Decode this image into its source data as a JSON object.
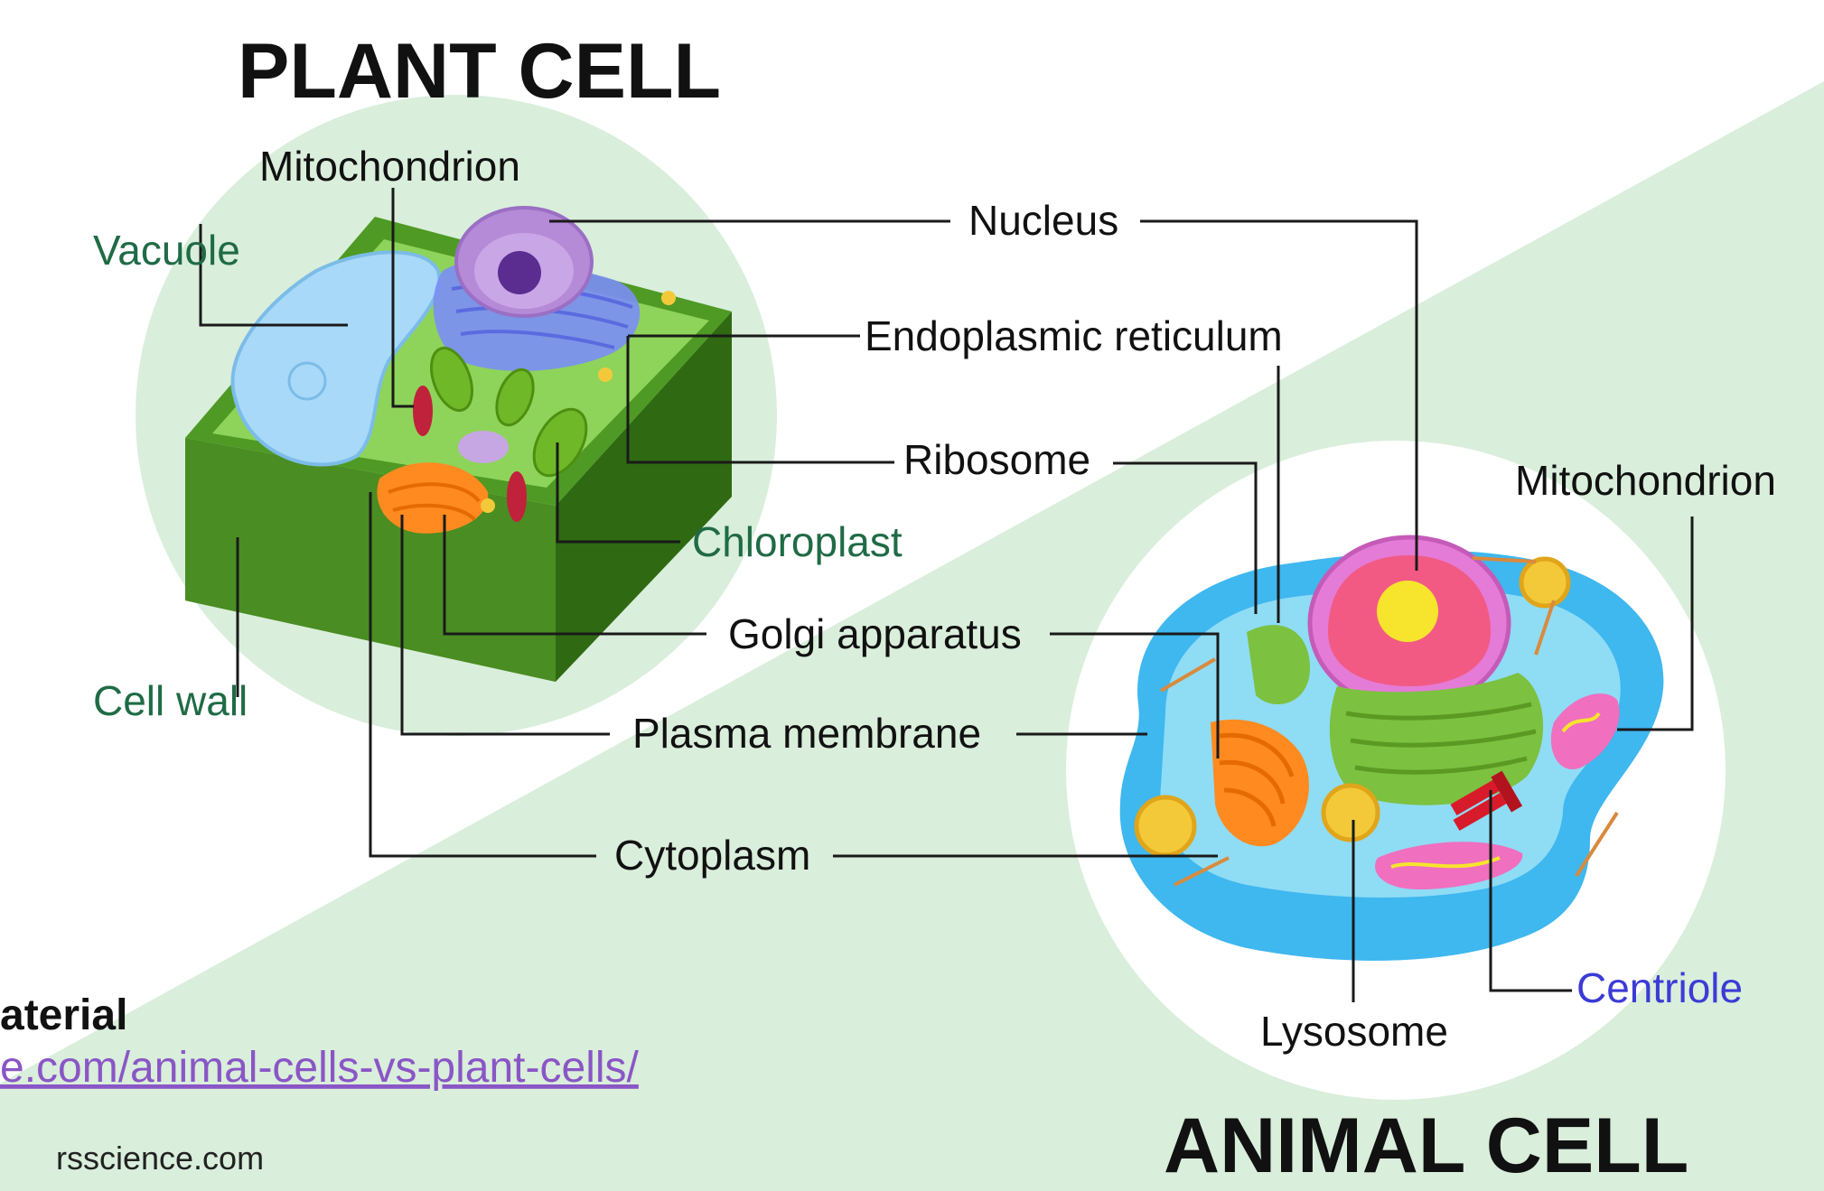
{
  "titles": {
    "plant": "PLANT CELL",
    "animal": "ANIMAL CELL"
  },
  "labels": {
    "mitochondrion_plant": "Mitochondrion",
    "vacuole": "Vacuole",
    "nucleus": "Nucleus",
    "endoplasmic_reticulum": "Endoplasmic reticulum",
    "ribosome": "Ribosome",
    "mitochondrion_animal": "Mitochondrion",
    "chloroplast": "Chloroplast",
    "golgi_apparatus": "Golgi apparatus",
    "cell_wall": "Cell wall",
    "plasma_membrane": "Plasma membrane",
    "cytoplasm": "Cytoplasm",
    "centriole": "Centriole",
    "lysosome": "Lysosome"
  },
  "footer": {
    "heading_fragment": "aterial",
    "link_fragment": "e.com/animal-cells-vs-plant-cells/",
    "site": "rsscience.com"
  },
  "colors": {
    "plant_only_label": "#1f6b46",
    "animal_only_label": "#3b3bd6",
    "shared_label": "#111111",
    "background_green": "#d9eedb",
    "link": "#8a56c6"
  }
}
